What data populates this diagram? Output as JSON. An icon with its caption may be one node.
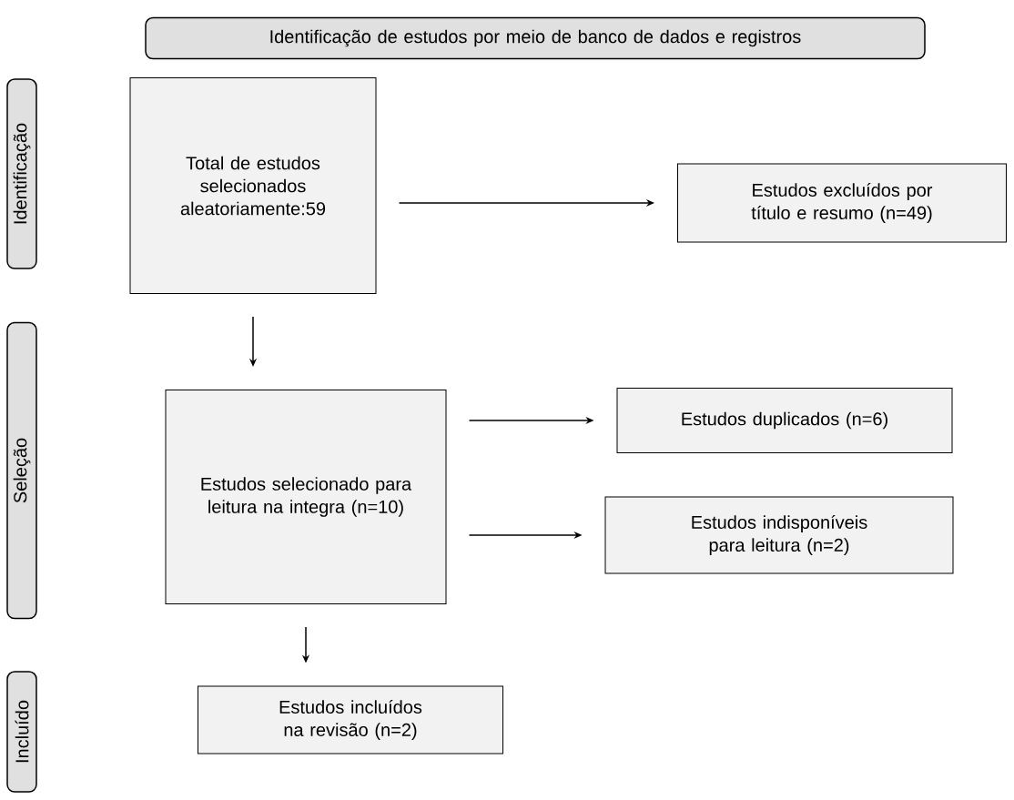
{
  "diagram": {
    "nodes": [
      {
        "text": [
          "Identificação de estudos por meio de banco de dados e registros"
        ]
      },
      {
        "text": [
          "Identificação"
        ]
      },
      {
        "text": [
          "Seleção"
        ]
      },
      {
        "text": [
          "Incluído"
        ]
      },
      {
        "text": [
          "Total de estudos selecionados aleatoriamente:59"
        ]
      },
      {
        "text": [
          "Estudos excluídos por título e resumo (n=49)"
        ]
      },
      {
        "text": [
          "Estudos selecionado para leitura na integra (n=10)"
        ]
      },
      {
        "text": [
          "Estudos duplicados (n=6)"
        ]
      },
      {
        "text": [
          "Estudos indisponíveis para leitura (n=2)"
        ]
      },
      {
        "text": [
          "Estudos incluídos na revisão (n=2)"
        ]
      }
    ],
    "edges": [
      {
        "from": 4,
        "to": 5,
        "arrow": "to"
      },
      {
        "from": 4,
        "to": 6,
        "arrow": "to"
      },
      {
        "from": 6,
        "to": 7,
        "arrow": "to"
      },
      {
        "from": 6,
        "to": 8,
        "arrow": "to"
      },
      {
        "from": 6,
        "to": 9,
        "arrow": "to"
      }
    ]
  }
}
